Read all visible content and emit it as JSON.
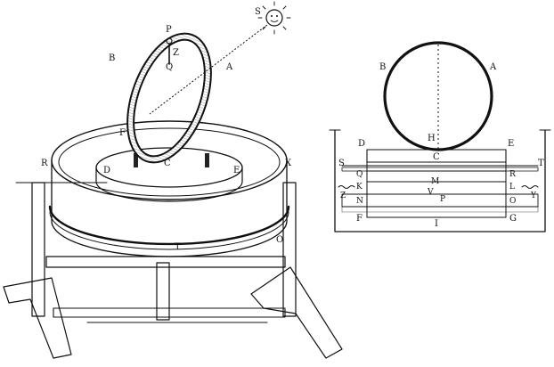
{
  "figure_left": {
    "labels": {
      "P": "P",
      "Z": "Z",
      "Q": "Q",
      "S": "S",
      "B": "B",
      "A": "A",
      "R": "R",
      "X": "X",
      "F": "F",
      "D": "D",
      "C": "C",
      "E": "E",
      "T": "T",
      "O": "O"
    }
  },
  "figure_right": {
    "labels": {
      "B": "B",
      "A": "A",
      "H": "H",
      "D": "D",
      "E": "E",
      "C": "C",
      "S": "S",
      "T": "T",
      "Q": "Q",
      "R": "R",
      "K": "K",
      "L": "L",
      "M": "M",
      "Z": "Z",
      "Y": "Y",
      "N": "N",
      "O": "O",
      "V": "V",
      "P": "P",
      "F": "F",
      "G": "G",
      "I": "I"
    }
  },
  "colors": {
    "ink": "#111111",
    "paper": "#ffffff",
    "shade": "#555555"
  }
}
